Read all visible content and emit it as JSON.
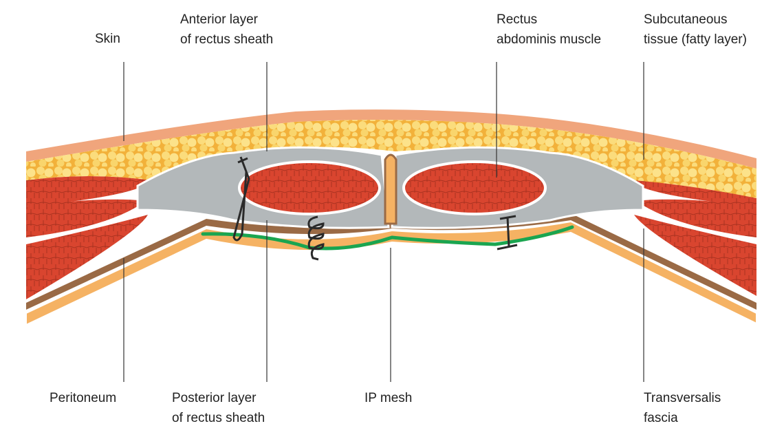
{
  "labels": {
    "skin": [
      "Skin"
    ],
    "anterior": [
      "Anterior layer",
      "of rectus sheath"
    ],
    "rectus": [
      "Rectus",
      "abdominis muscle"
    ],
    "subcutaneous": [
      "Subcutaneous",
      "tissue (fatty layer)"
    ],
    "peritoneum": [
      "Peritoneum"
    ],
    "posterior": [
      "Posterior layer",
      "of rectus sheath"
    ],
    "ip_mesh": [
      "IP mesh"
    ],
    "transversalis": [
      "Transversalis",
      "fascia"
    ]
  },
  "colors": {
    "skin": "#f0a57c",
    "fat": "#f7c948",
    "muscle": "#d9452f",
    "sheath": "#b3b8ba",
    "fascia": "#9a6a45",
    "peritoneum": "#f5b263",
    "mesh": "#1aa550",
    "suture": "#2a2a2a"
  }
}
